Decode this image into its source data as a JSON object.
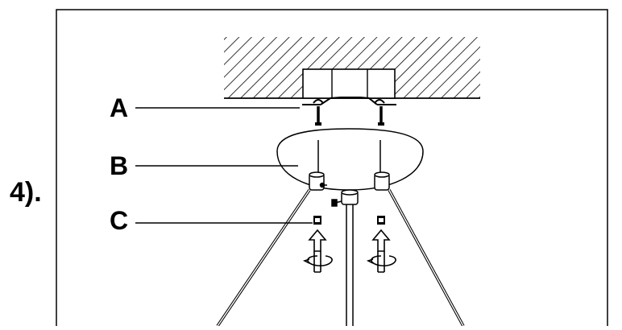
{
  "step_label": "4).",
  "callouts": {
    "a": "A",
    "b": "B",
    "c": "C"
  },
  "colors": {
    "ink": "#000000",
    "paper": "#ffffff"
  }
}
